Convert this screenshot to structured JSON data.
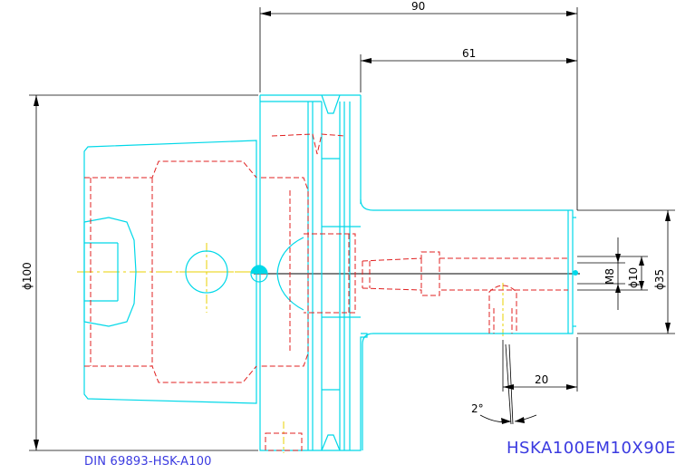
{
  "dimensions": {
    "overall_length": "90",
    "shank_length": "61",
    "flange_diameter": "ϕ100",
    "thread": "M8",
    "bore_diameter": "ϕ10",
    "shank_diameter": "ϕ35",
    "screw_offset": "20",
    "angle": "2°"
  },
  "labels": {
    "standard": "DIN 69893-HSK-A100",
    "part_number": "HSKA100EM10X90E"
  },
  "colors": {
    "outline": "#00d8e8",
    "hidden": "#e02020",
    "center": "#e8d000",
    "dimension": "#000000",
    "label": "#3a3ae0"
  }
}
